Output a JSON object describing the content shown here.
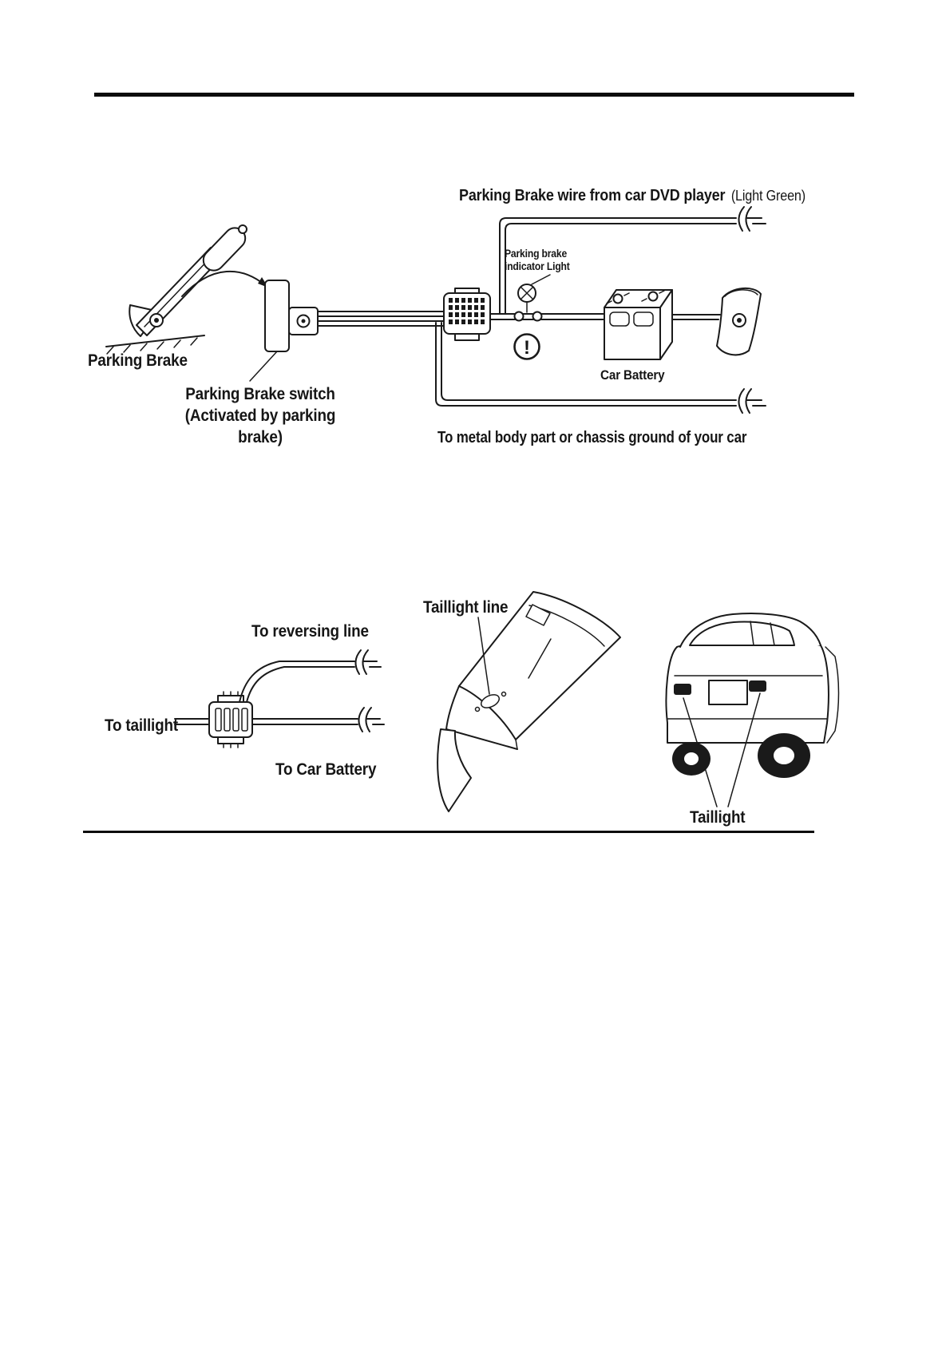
{
  "colors": {
    "ink": "#1a1a1a",
    "page_bg": "#ffffff"
  },
  "diagram1": {
    "dvd_wire_label": "Parking Brake wire from car DVD player",
    "dvd_wire_color_note": "(Light Green)",
    "parking_brake_label": "Parking Brake",
    "switch_label_line1": "Parking Brake switch",
    "switch_label_line2": "(Activated by parking brake)",
    "indicator_label_line1": "Parking brake",
    "indicator_label_line2": "indicator Light",
    "battery_label": "Car Battery",
    "ground_label": "To metal body part or chassis ground of your car",
    "warning_mark": "!"
  },
  "diagram2": {
    "reversing_wire_label": "To reversing line",
    "taillight_wire_label": "To taillight",
    "battery_wire_label": "To Car Battery",
    "taillight_line_label": "Taillight line",
    "taillight_label": "Taillight"
  }
}
